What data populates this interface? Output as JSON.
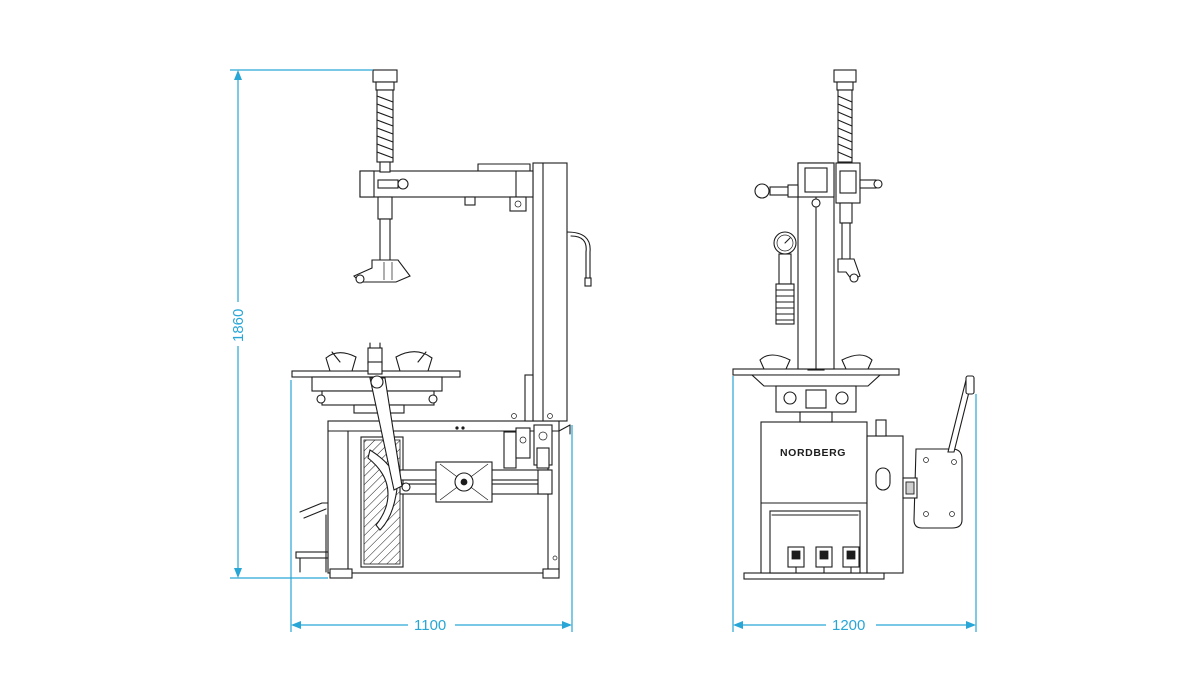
{
  "dimensions": {
    "width_front": "1100",
    "height": "1860",
    "width_side": "1200"
  },
  "labels": {
    "brand": "NORDBERG"
  },
  "colors": {
    "dimension_lines": "#28a6d6",
    "linework": "#1c1c1c",
    "background": "#ffffff"
  }
}
